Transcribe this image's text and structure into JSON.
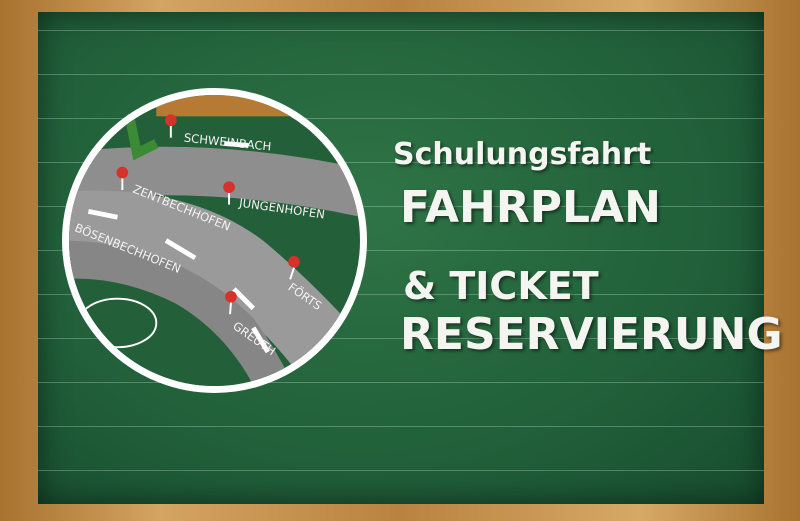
{
  "heading": {
    "line1": "Schulungsfahrt",
    "line2": "FAHRPLAN",
    "line3": "& TICKET",
    "line4": "RESERVIERUNG"
  },
  "map": {
    "towns": [
      "SCHWEINBACH",
      "ZENTBECHHOFEN",
      "JUNGENHOFEN",
      "BÖSENBECHHOFEN",
      "FÖRTS",
      "GREUTH"
    ]
  },
  "colors": {
    "board": "#21603a",
    "frame": "#c8944f",
    "pin": "#d8302a",
    "road": "#8c8c8c"
  }
}
